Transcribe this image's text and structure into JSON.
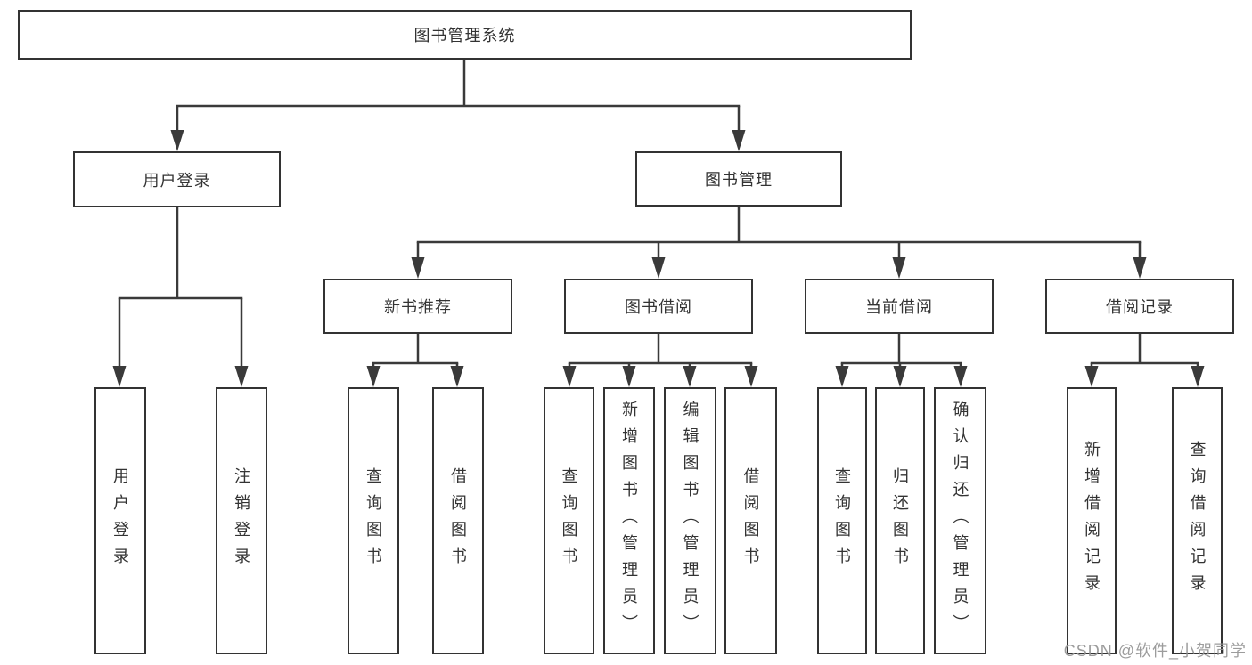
{
  "diagram": {
    "root": {
      "label": "图书管理系统"
    },
    "level2": [
      {
        "label": "用户登录",
        "leaves": [
          "用户登录",
          "注销登录"
        ]
      },
      {
        "label": "图书管理"
      }
    ],
    "level3": [
      {
        "label": "新书推荐",
        "leaves": [
          "查询图书",
          "借阅图书"
        ]
      },
      {
        "label": "图书借阅",
        "leaves": [
          "查询图书",
          "新增图书（管理员）",
          "编辑图书（管理员）",
          "借阅图书"
        ]
      },
      {
        "label": "当前借阅",
        "leaves": [
          "查询图书",
          "归还图书",
          "确认归还（管理员）"
        ]
      },
      {
        "label": "借阅记录",
        "leaves": [
          "新增借阅记录",
          "查询借阅记录"
        ]
      }
    ],
    "watermark": "CSDN @软件_小贺同学",
    "colors": {
      "line": "#3a3a3a",
      "border": "#333333",
      "text": "#333333",
      "background": "#ffffff",
      "watermark": "#919191"
    }
  }
}
